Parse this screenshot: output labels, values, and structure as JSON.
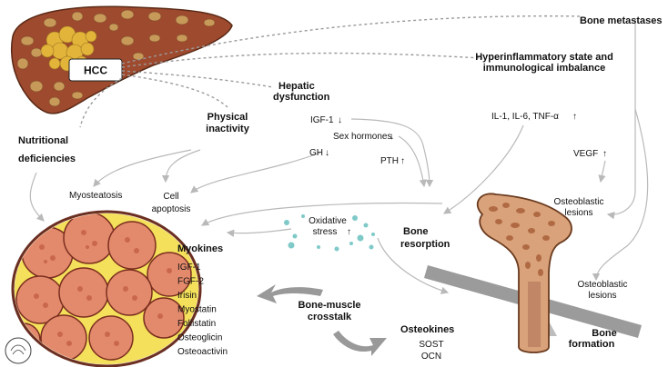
{
  "labels": {
    "hcc": "HCC",
    "bone_metastases": "Bone metastases",
    "hyperinflammatory_1": "Hyperinflammatory state and",
    "hyperinflammatory_2": "immunological imbalance",
    "hepatic_1": "Hepatic",
    "hepatic_2": "dysfunction",
    "physical_1": "Physical",
    "physical_2": "inactivity",
    "nutritional_1": "Nutritional",
    "nutritional_2": "deficiencies",
    "igf1": "IGF-1",
    "sex_hormones": "Sex hormones",
    "gh": "GH",
    "pth": "PTH",
    "cytokines": "IL-1, IL-6, TNF-α",
    "vegf": "VEGF",
    "myosteatosis": "Myosteatosis",
    "cell_1": "Cell",
    "cell_2": "apoptosis",
    "osteoblastic_upper_1": "Osteoblastic",
    "osteoblastic_upper_2": "lesions",
    "osteoblastic_lower_1": "Osteoblastic",
    "osteoblastic_lower_2": "lesions",
    "oxidative_1": "Oxidative",
    "oxidative_2": "stress",
    "bone_resorption_1": "Bone",
    "bone_resorption_2": "resorption",
    "myokines_title": "Myokines",
    "bone_muscle_1": "Bone-muscle",
    "bone_muscle_2": "crosstalk",
    "osteokines_title": "Osteokines",
    "bone_formation_1": "Bone",
    "bone_formation_2": "formation"
  },
  "myokines": [
    "IGF-1",
    "FGF-2",
    "Irisin",
    "Myostatin",
    "Follistatin",
    "Osteoglicin",
    "Osteoactivin"
  ],
  "osteokines": [
    "SOST",
    "OCN"
  ],
  "arrows": {
    "down": "↓",
    "up": "↑"
  },
  "colors": {
    "liver": "#9e4a2e",
    "liver_spot": "#c79a5a",
    "tumor": "#e3b43a",
    "muscle": "#e48a6c",
    "muscle_spot": "#c8674d",
    "fat": "#f4e05a",
    "bone": "#d9a27a",
    "bone_spot": "#b06a43",
    "oxidative_dots": "#7fc9c9",
    "crosstalk_arrow": "#999999"
  }
}
